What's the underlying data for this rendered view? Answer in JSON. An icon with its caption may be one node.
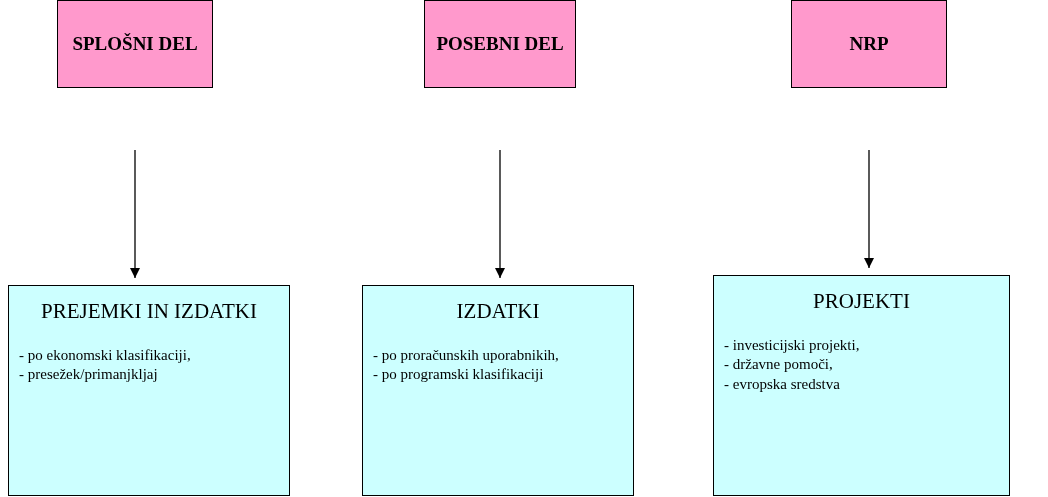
{
  "diagram": {
    "nodes": [
      {
        "text": [
          "SPLOŠNI DEL"
        ]
      },
      {
        "text": [
          "POSEBNI DEL"
        ]
      },
      {
        "text": [
          "NRP"
        ]
      },
      {
        "text": [
          "PREJEMKI IN IZDATKI",
          "- po ekonomski klasifikaciji,",
          "- presežek/primanjkljaj"
        ]
      },
      {
        "text": [
          "IZDATKI",
          "- po proračunskih uporabnikih,",
          "- po programski klasifikaciji"
        ]
      },
      {
        "text": [
          "PROJEKTI",
          "- investicijski projekti,",
          "- državne pomoči,",
          "- evropska sredstva"
        ]
      }
    ],
    "edges": [
      {
        "from": 0,
        "to": 3,
        "arrow": "to"
      },
      {
        "from": 1,
        "to": 4,
        "arrow": "to"
      },
      {
        "from": 2,
        "to": 5,
        "arrow": "to"
      }
    ]
  }
}
